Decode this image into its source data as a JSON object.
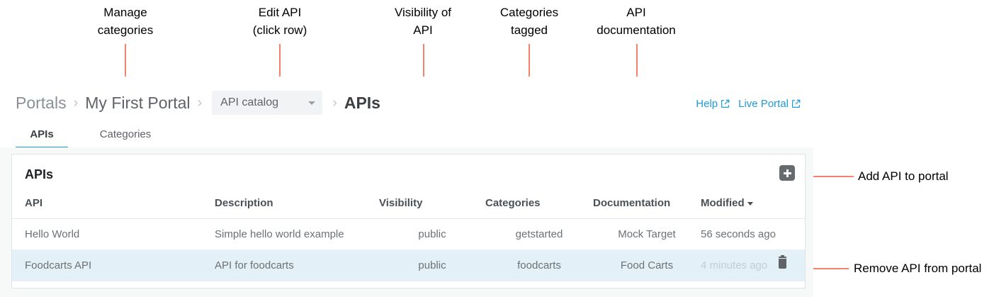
{
  "annotations": [
    {
      "id": "manage-categories",
      "text": "Manage\ncategories"
    },
    {
      "id": "edit-api",
      "text": "Edit API\n(click row)"
    },
    {
      "id": "visibility-of-api",
      "text": "Visibility of\nAPI"
    },
    {
      "id": "categories-tagged",
      "text": "Categories\ntagged"
    },
    {
      "id": "api-documentation",
      "text": "API\ndocumentation"
    },
    {
      "id": "add-api-to-portal",
      "text": "Add API to portal"
    },
    {
      "id": "remove-api-from-portal",
      "text": "Remove API from portal"
    }
  ],
  "breadcrumb": {
    "portals": "Portals",
    "portal_name": "My First Portal",
    "catalog_select": "API catalog",
    "current": "APIs",
    "separator": "›"
  },
  "toplinks": {
    "help": "Help",
    "live_portal": "Live Portal"
  },
  "tabs": [
    {
      "label": "APIs",
      "active": true
    },
    {
      "label": "Categories",
      "active": false
    }
  ],
  "card": {
    "title": "APIs",
    "add_button_label": "+"
  },
  "table": {
    "columns": [
      "API",
      "Description",
      "Visibility",
      "Categories",
      "Documentation",
      "Modified"
    ],
    "sorted_column": "Modified",
    "rows": [
      {
        "api": "Hello World",
        "description": "Simple hello world example",
        "visibility": "public",
        "categories": "getstarted",
        "documentation": "Mock Target",
        "modified": "56 seconds ago",
        "hovered": false
      },
      {
        "api": "Foodcarts API",
        "description": "API for foodcarts",
        "visibility": "public",
        "categories": "foodcarts",
        "documentation": "Food Carts",
        "modified": "4 minutes ago",
        "hovered": true
      }
    ]
  },
  "colors": {
    "annotation_line": "#f4836e",
    "annotation_box": "#f4513a",
    "accent_blue": "#1e9bd7",
    "row_highlight": "#e3f0f7",
    "icon_gray": "#5f6368"
  }
}
